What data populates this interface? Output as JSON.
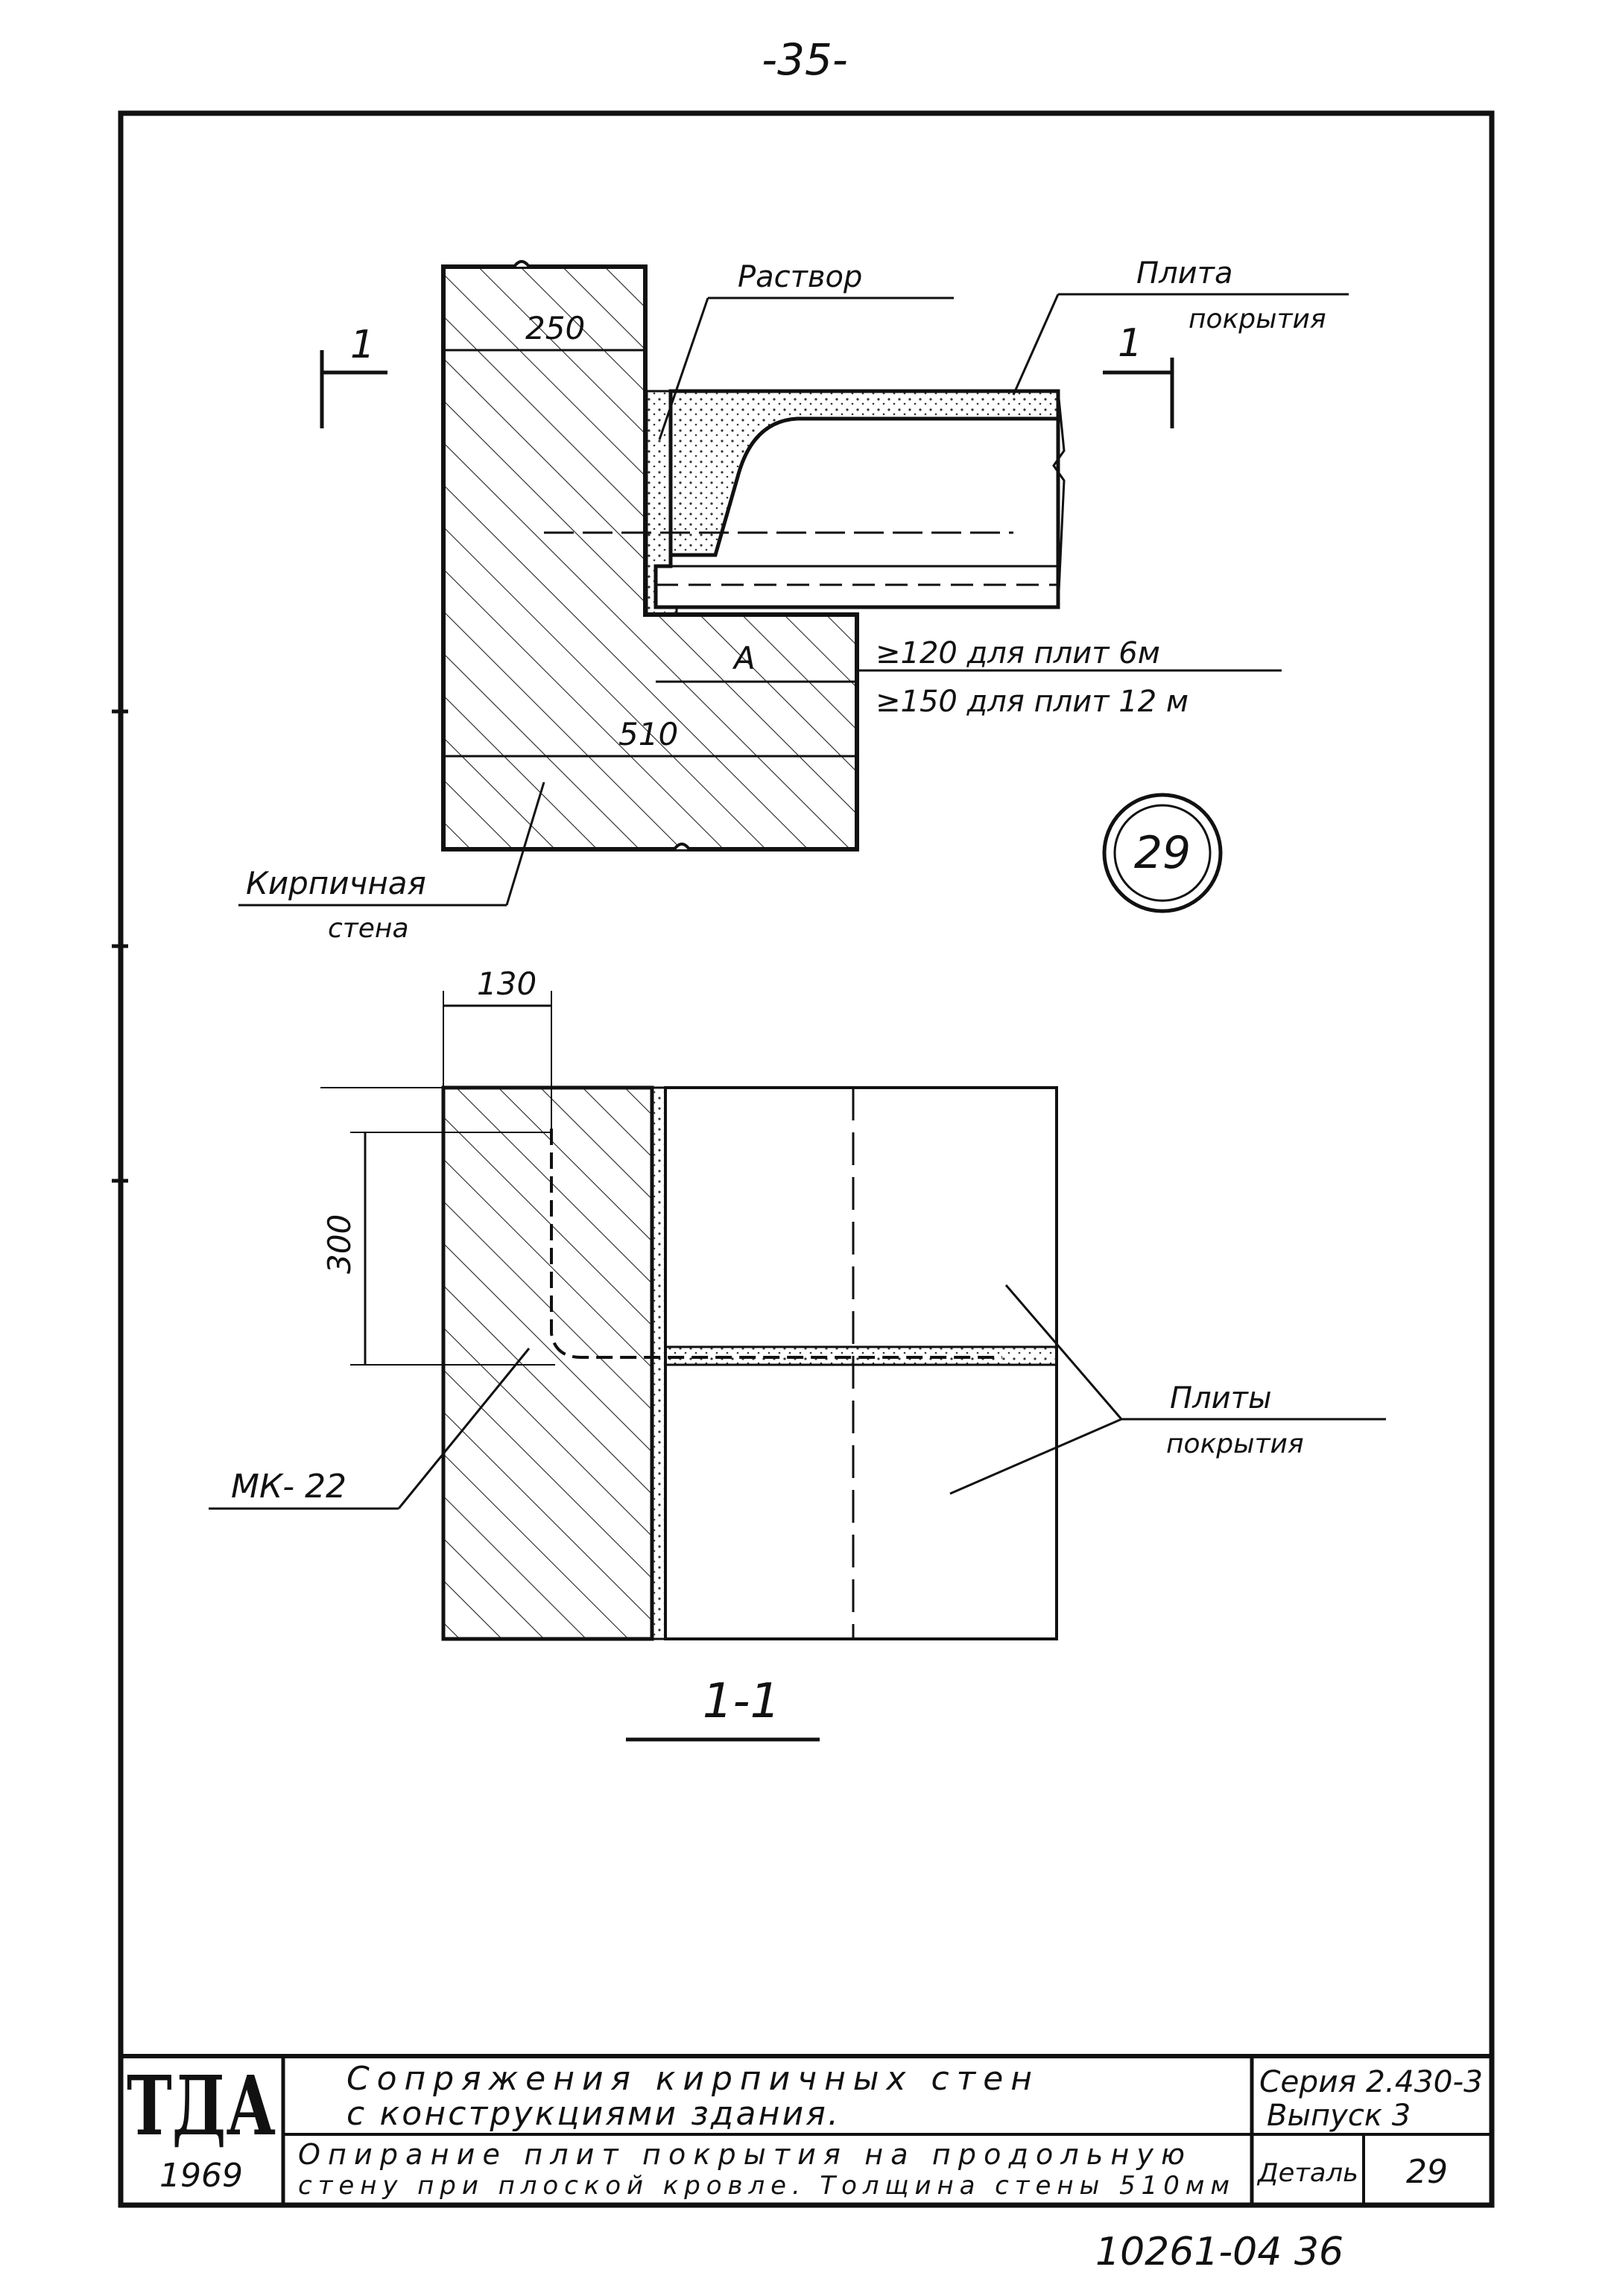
{
  "page_number": "-35-",
  "detail_mark": "29",
  "top_view": {
    "dim_wall": "250",
    "dim_total": "510",
    "dim_bearing": "A",
    "section_mark_left": "1",
    "section_mark_right": "1",
    "label_mortar": "Раствор",
    "label_slab_line1": "Плита",
    "label_slab_line2": "покрытия",
    "note_line1": "≥120 для плит 6м",
    "note_line2": "≥150 для плит 12 м",
    "label_wall_line1": "Кирпичная",
    "label_wall_line2": "стена"
  },
  "section_view": {
    "dim_130": "130",
    "dim_300": "300",
    "label_anchor": "МК- 22",
    "label_slabs_line1": "Плиты",
    "label_slabs_line2": "покрытия",
    "title": "1-1"
  },
  "title_block": {
    "logo": "ТДА",
    "year": "1969",
    "title_line1": "Сопряжения кирпичных стен",
    "title_line2": "с конструкциями здания.",
    "subtitle_line1": "Опирание плит покрытия на продольную",
    "subtitle_line2": "стену при плоской кровле. Толщина стены 510мм",
    "series_line1": "Серия 2.430-3",
    "series_line2": "Выпуск 3",
    "detail_label": "Деталь",
    "detail_number": "29"
  },
  "footer_code": "10261-04  36"
}
